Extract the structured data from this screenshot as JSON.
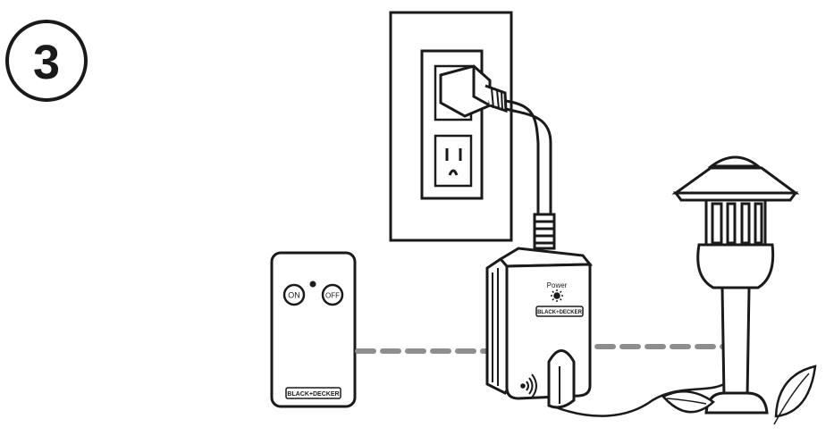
{
  "step": {
    "number": "3"
  },
  "remote": {
    "on_label": "ON",
    "off_label": "OFF",
    "brand": "BLACK+DECKER"
  },
  "receiver": {
    "power_label": "Power",
    "brand": "BLACK+DECKER",
    "icons": [
      "led-sun-icon",
      "wireless-signal-icon"
    ]
  },
  "colors": {
    "line": "#1a1a1a",
    "signal_dash": "#8e8e8e",
    "background": "#ffffff"
  }
}
